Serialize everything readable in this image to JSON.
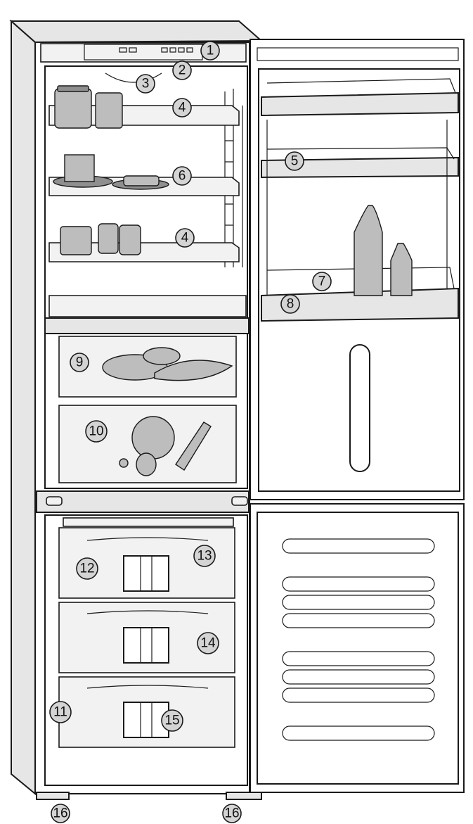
{
  "diagram": {
    "callouts": [
      {
        "id": "c1",
        "label": "1"
      },
      {
        "id": "c2",
        "label": "2"
      },
      {
        "id": "c3",
        "label": "3"
      },
      {
        "id": "c4a",
        "label": "4"
      },
      {
        "id": "c4b",
        "label": "4"
      },
      {
        "id": "c5",
        "label": "5"
      },
      {
        "id": "c6",
        "label": "6"
      },
      {
        "id": "c7",
        "label": "7"
      },
      {
        "id": "c8",
        "label": "8"
      },
      {
        "id": "c9",
        "label": "9"
      },
      {
        "id": "c10",
        "label": "10"
      },
      {
        "id": "c11",
        "label": "11"
      },
      {
        "id": "c12",
        "label": "12"
      },
      {
        "id": "c13",
        "label": "13"
      },
      {
        "id": "c14",
        "label": "14"
      },
      {
        "id": "c15",
        "label": "15"
      },
      {
        "id": "c16a",
        "label": "16"
      },
      {
        "id": "c16b",
        "label": "16"
      }
    ]
  }
}
